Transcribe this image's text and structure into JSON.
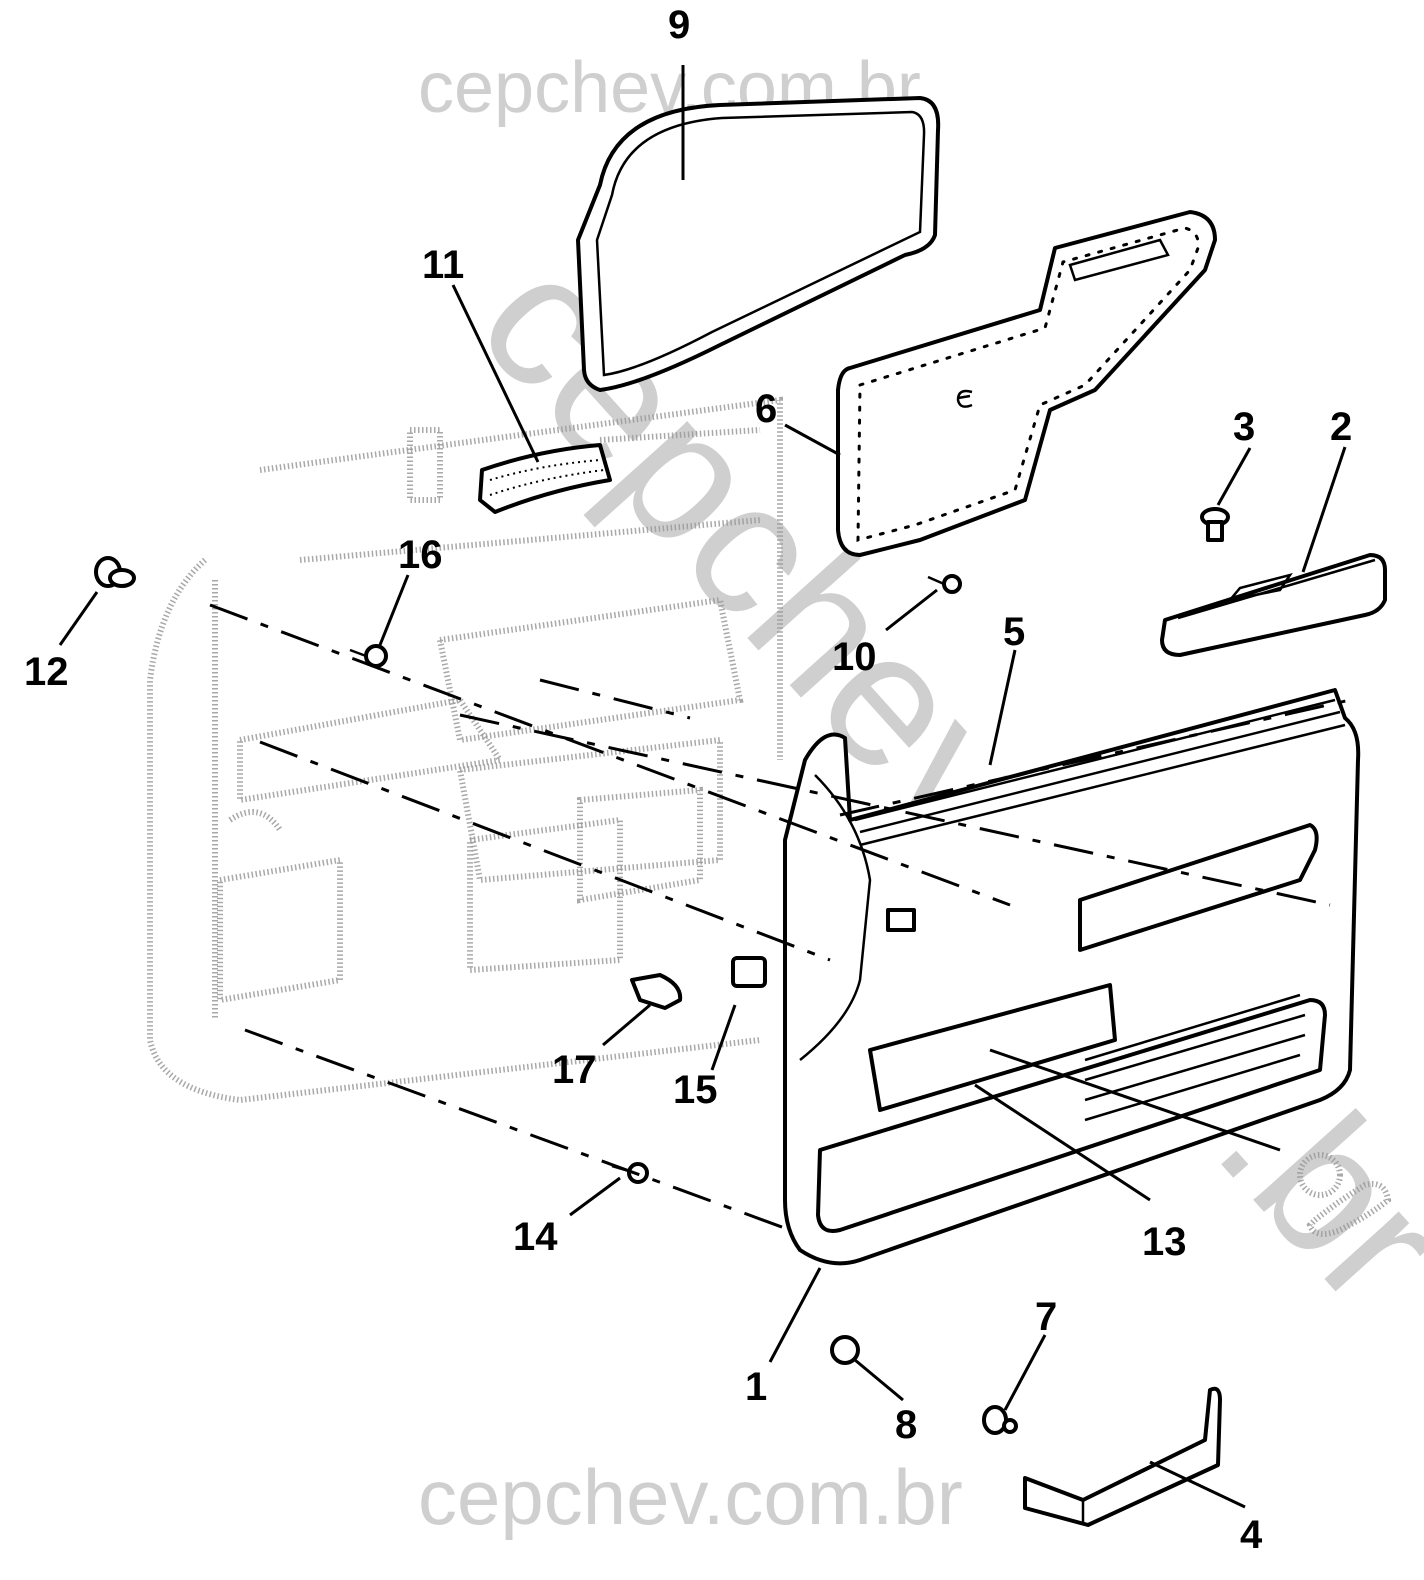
{
  "diagram": {
    "title": "Door trim panel exploded view",
    "watermark": {
      "top_text": "cepchev.com.br",
      "bottom_text": "cepchev.com.br",
      "diagonal_text": "cepchev.com.br",
      "color": "#cfcfcf"
    },
    "callouts": [
      {
        "id": "1",
        "label": "1",
        "part": "door-trim-panel"
      },
      {
        "id": "2",
        "label": "2",
        "part": "armrest"
      },
      {
        "id": "3",
        "label": "3",
        "part": "armrest-screw"
      },
      {
        "id": "4",
        "label": "4",
        "part": "lower-trim-molding"
      },
      {
        "id": "5",
        "label": "5",
        "part": "upper-trim-molding"
      },
      {
        "id": "6",
        "label": "6",
        "part": "water-deflector"
      },
      {
        "id": "7",
        "label": "7",
        "part": "push-pin-retainer"
      },
      {
        "id": "8",
        "label": "8",
        "part": "plug"
      },
      {
        "id": "9",
        "label": "9",
        "part": "window-seal"
      },
      {
        "id": "10",
        "label": "10",
        "part": "deflector-screw"
      },
      {
        "id": "11",
        "label": "11",
        "part": "foam-pad"
      },
      {
        "id": "12",
        "label": "12",
        "part": "trim-retainer"
      },
      {
        "id": "13",
        "label": "13",
        "part": "handle-bezel"
      },
      {
        "id": "14",
        "label": "14",
        "part": "panel-screw"
      },
      {
        "id": "15",
        "label": "15",
        "part": "clip-nut"
      },
      {
        "id": "16",
        "label": "16",
        "part": "door-screw"
      },
      {
        "id": "17",
        "label": "17",
        "part": "clip"
      }
    ]
  }
}
